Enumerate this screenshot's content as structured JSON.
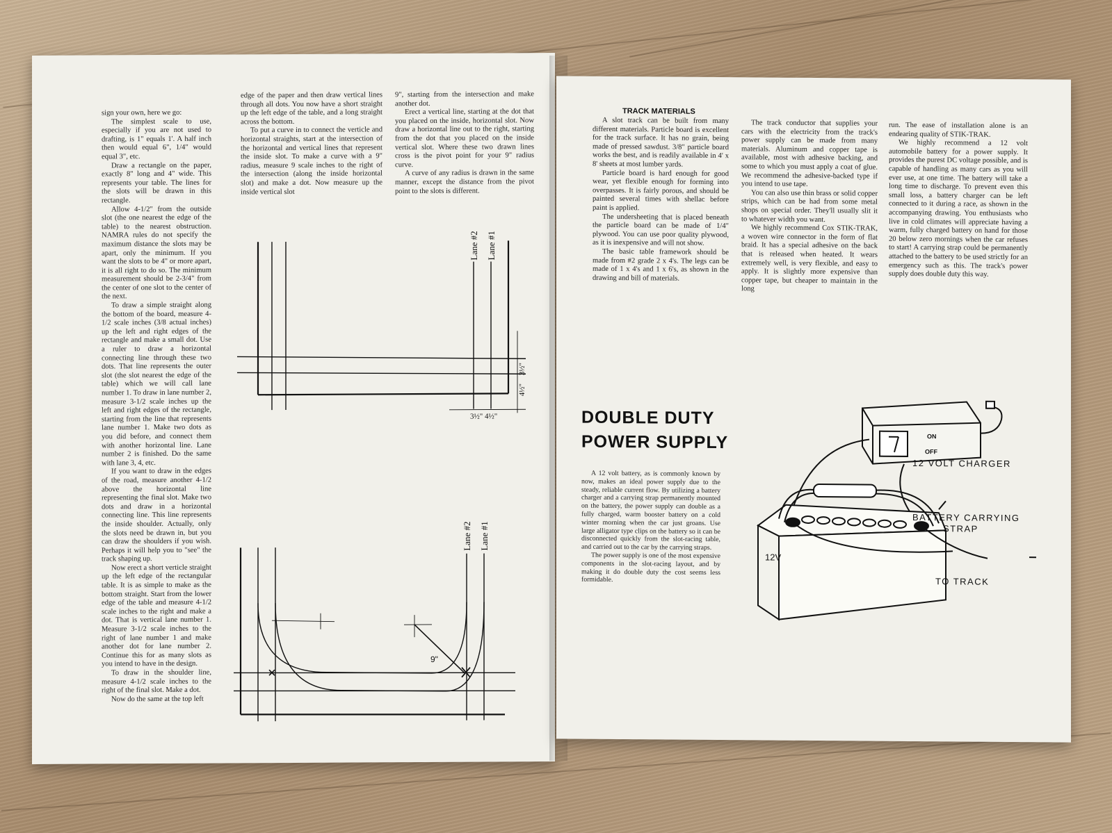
{
  "left_page": {
    "col1": [
      "sign your own, here we go:",
      "The simplest scale to use, especially if you are not used to drafting, is 1\" equals 1'. A half inch then would equal 6\", 1/4\" would equal 3\", etc.",
      "Draw a rectangle on the paper, exactly 8\" long and 4\" wide. This represents your table. The lines for the slots will be drawn in this rectangle.",
      "Allow 4-1/2\" from the outside slot (the one nearest the edge of the table) to the nearest obstruction. NAMRA rules do not specify the maximum distance the slots may be apart, only the minimum. If you want the slots to be 4\" or more apart, it is all right to do so. The minimum measurement should be 2-3/4\" from the center of one slot to the center of the next.",
      "To draw a simple straight along the bottom of the board, measure 4-1/2 scale inches (3/8 actual inches) up the left and right edges of the rectangle and make a small dot. Use a ruler to draw a horizontal connecting line through these two dots. That line represents the outer slot (the slot nearest the edge of the table) which we will call lane number 1. To draw in lane number 2, measure 3-1/2 scale inches up the left and right edges of the rectangle, starting from the line that represents lane number 1. Make two dots as you did before, and connect them with another horizontal line. Lane number 2 is finished. Do the same with lane 3, 4, etc.",
      "If you want to draw in the edges of the road, measure another 4-1/2 above the horizontal line representing the final slot. Make two dots and draw in a horizontal connecting line. This line represents the inside shoulder. Actually, only the slots need be drawn in, but you can draw the shoulders if you wish. Perhaps it will help you to \"see\" the track shaping up.",
      "Now erect a short verticle straight up the left edge of the rectangular table. It is as simple to make as the bottom straight. Start from the lower edge of the table and measure 4-1/2 scale inches to the right and make a dot. That is vertical lane number 1. Measure 3-1/2 scale inches to the right of lane number 1 and make another dot for lane number 2. Continue this for as many slots as you intend to have in the design.",
      "To draw in the shoulder line, measure 4-1/2 scale inches to the right of the final slot. Make a dot.",
      "Now do the same at the top left"
    ],
    "col2": [
      "edge of the paper and then draw vertical lines through all dots. You now have a short straight up the left edge of the table, and a long straight across the bottom.",
      "To put a curve in to connect the verticle and horizontal straights, start at the intersection of the horizontal and vertical lines that represent the inside slot. To make a curve with a 9\" radius, measure 9 scale inches to the right of the intersection (along the inside horizontal slot) and make a dot. Now measure up the inside vertical slot"
    ],
    "col3": [
      "9\", starting from the intersection and make another dot.",
      "Erect a vertical line, starting at the dot that you placed on the inside, horizontal slot. Now draw a horizontal line out to the right, starting from the dot that you placed on the inside vertical slot. Where these two drawn lines cross is the pivot point for your 9\" radius curve.",
      "A curve of any radius is drawn in the same manner, except the distance from the pivot point to the slots is different."
    ],
    "diagram1": {
      "lane2": "Lane #2",
      "lane1": "Lane #1",
      "dim_v1": "3½\"",
      "dim_v2": "4½\"",
      "dim_h": "3½\" 4½\""
    },
    "diagram2": {
      "lane2": "Lane #2",
      "lane1": "Lane #1",
      "radius": "9\""
    }
  },
  "right_page": {
    "track_heading": "TRACK MATERIALS",
    "col1": [
      "A slot track can be built from many different materials. Particle board is excellent for the track surface. It has no grain, being made of pressed sawdust. 3/8\" particle board works the best, and is readily available in 4' x 8' sheets at most lumber yards.",
      "Particle board is hard enough for good wear, yet flexible enough for forming into overpasses. It is fairly porous, and should be painted several times with shellac before paint is applied.",
      "The undersheeting that is placed beneath the particle board can be made of 1/4\" plywood. You can use poor quality plywood, as it is inexpensive and will not show.",
      "The basic table framework should be made from #2 grade 2 x 4's. The legs can be made of 1 x 4's and 1 x 6's, as shown in the drawing and bill of materials."
    ],
    "col2": [
      "The track conductor that supplies your cars with the electricity from the track's power supply can be made from many materials. Aluminum and copper tape is available, most with adhesive backing, and some to which you must apply a coat of glue. We recommend the adhesive-backed type if you intend to use tape.",
      "You can also use thin brass or solid copper strips, which can be had from some metal shops on special order. They'll usually slit it to whatever width you want.",
      "We highly recommend Cox STIK-TRAK, a woven wire connector in the form of flat braid. It has a special adhesive on the back that is released when heated. It wears extremely well, is very flexible, and easy to apply. It is slightly more expensive than copper tape, but cheaper to maintain in the long"
    ],
    "col3": [
      "run. The ease of installation alone is an endearing quality of STIK-TRAK.",
      "We highly recommend a 12 volt automobile battery for a power supply. It provides the purest DC voltage possible, and is capable of handling as many cars as you will ever use, at one time. The battery will take a long time to discharge. To prevent even this small loss, a battery charger can be left connected to it during a race, as shown in the accompanying drawing. You enthusiasts who live in cold climates will appreciate having a warm, fully charged battery on hand for those 20 below zero mornings when the car refuses to start! A carrying strap could be permanently attached to the battery to be used strictly for an emergency such as this. The track's power supply does double duty this way."
    ],
    "power_title_line1": "DOUBLE DUTY",
    "power_title_line2": "POWER SUPPLY",
    "power_text": [
      "A 12 volt battery, as is commonly known by now, makes an ideal power supply due to the steady, reliable current flow. By utilizing a battery charger and a carrying strap permanently mounted on the battery, the power supply can double as a fully charged, warm booster battery on a cold winter morning when the car just groans. Use large alligator type clips on the battery so it can be disconnected quickly from the slot-racing table, and carried out to the car by the carrying straps.",
      "The power supply is one of the most expensive components in the slot-racing layout, and by making it do double duty the cost seems less formidable."
    ],
    "illustration": {
      "charger_label": "12 VOLT CHARGER",
      "strap_label_1": "BATTERY CARRYING",
      "strap_label_2": "STRAP",
      "track_label": "TO TRACK",
      "switch_on": "ON",
      "switch_off": "OFF",
      "battery_label": "12V"
    }
  }
}
